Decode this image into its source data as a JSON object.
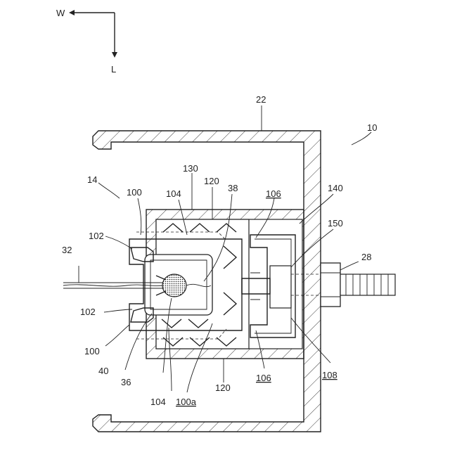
{
  "axes": {
    "w": "W",
    "l": "L"
  },
  "refs": {
    "r10": "10",
    "r22": "22",
    "r14": "14",
    "r130": "130",
    "r120_top": "120",
    "r120_bottom": "120",
    "r100_top": "100",
    "r100_bottom": "100",
    "r100a": "100a",
    "r104_top": "104",
    "r104_bottom": "104",
    "r38": "38",
    "r106_top": "106",
    "r106_bottom": "106",
    "r140": "140",
    "r150": "150",
    "r102_top": "102",
    "r102_bottom": "102",
    "r32": "32",
    "r28": "28",
    "r40": "40",
    "r36": "36",
    "r108": "108"
  }
}
